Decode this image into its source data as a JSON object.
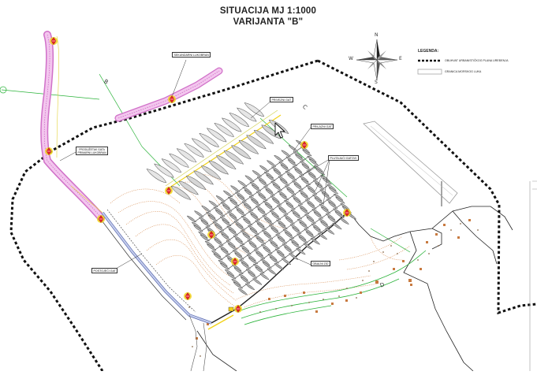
{
  "title": {
    "line1": "SITUACIJA  MJ 1:1000",
    "line2": "VARIJANTA \"B\""
  },
  "compass": {
    "north": "N",
    "south": "S",
    "east": "E",
    "west": "W"
  },
  "legend": {
    "heading": "LEGENDA:",
    "items": [
      {
        "label": "OBUHVAT URBANISTIČKOG PLANA UREĐENJA"
      },
      {
        "label": "GRANICA MORSKOG LUKA"
      }
    ]
  },
  "labels": {
    "sekundarni": "SEKUNDARNI LUKOBRAN",
    "privezni": "PRIVEZNI GAT",
    "prilazni": "PRILAZNI GAT",
    "plutajuci": "PLUTAJUĆI GATOVI",
    "produzetak_line1": "PRODUŽETAK GATA",
    "produzetak_line2": "PRIMARNI LUKOBRAN",
    "postojeci": "POSTOJEĆI GAT",
    "obalni": "OBALNI ZID"
  },
  "section_marks": {
    "b": "B",
    "c": "C",
    "d": "D"
  },
  "colors": {
    "boundary": "#111111",
    "breakwater_fill": "#f3c6ee",
    "breakwater_edge": "#d070c8",
    "green_line": "#2bb33a",
    "contour": "#d9925a",
    "marker_red": "#e8202a",
    "marker_yellow": "#f2d21a",
    "boat": "#808080"
  }
}
